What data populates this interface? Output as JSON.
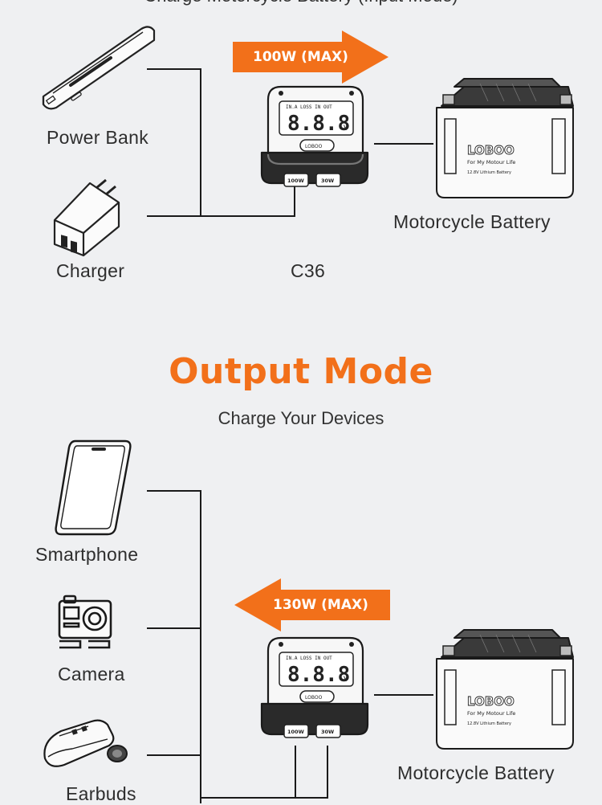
{
  "top_caption_cut": "Charge Motorcycle Battery (Input Mode)",
  "input": {
    "arrow_label": "100W (MAX)",
    "devices": [
      "Power Bank",
      "Charger"
    ],
    "hub": "C36",
    "battery": "Motorcycle Battery"
  },
  "output": {
    "title": "Output Mode",
    "subtitle": "Charge Your Devices",
    "arrow_label": "130W (MAX)",
    "devices": [
      "Smartphone",
      "Camera",
      "Earbuds"
    ],
    "battery": "Motorcycle Battery"
  },
  "hub_display": {
    "readout": "8.8.8",
    "unit": "V",
    "tiny_labels": "IN.A  LOSS  IN  OUT",
    "brand": "LOBOO",
    "port_a": "100W",
    "port_b": "30W"
  },
  "battery_print": {
    "brand": "LOBOO",
    "tagline": "For My Motour Life",
    "fine_print": "12.8V  Lithium Battery"
  },
  "colors": {
    "accent": "#f2701a",
    "wire": "#1a1a1a"
  },
  "icons": [
    "power-bank-icon",
    "charger-icon",
    "smartphone-icon",
    "camera-icon",
    "earbuds-icon",
    "c36-hub-icon",
    "motorcycle-battery-icon"
  ]
}
